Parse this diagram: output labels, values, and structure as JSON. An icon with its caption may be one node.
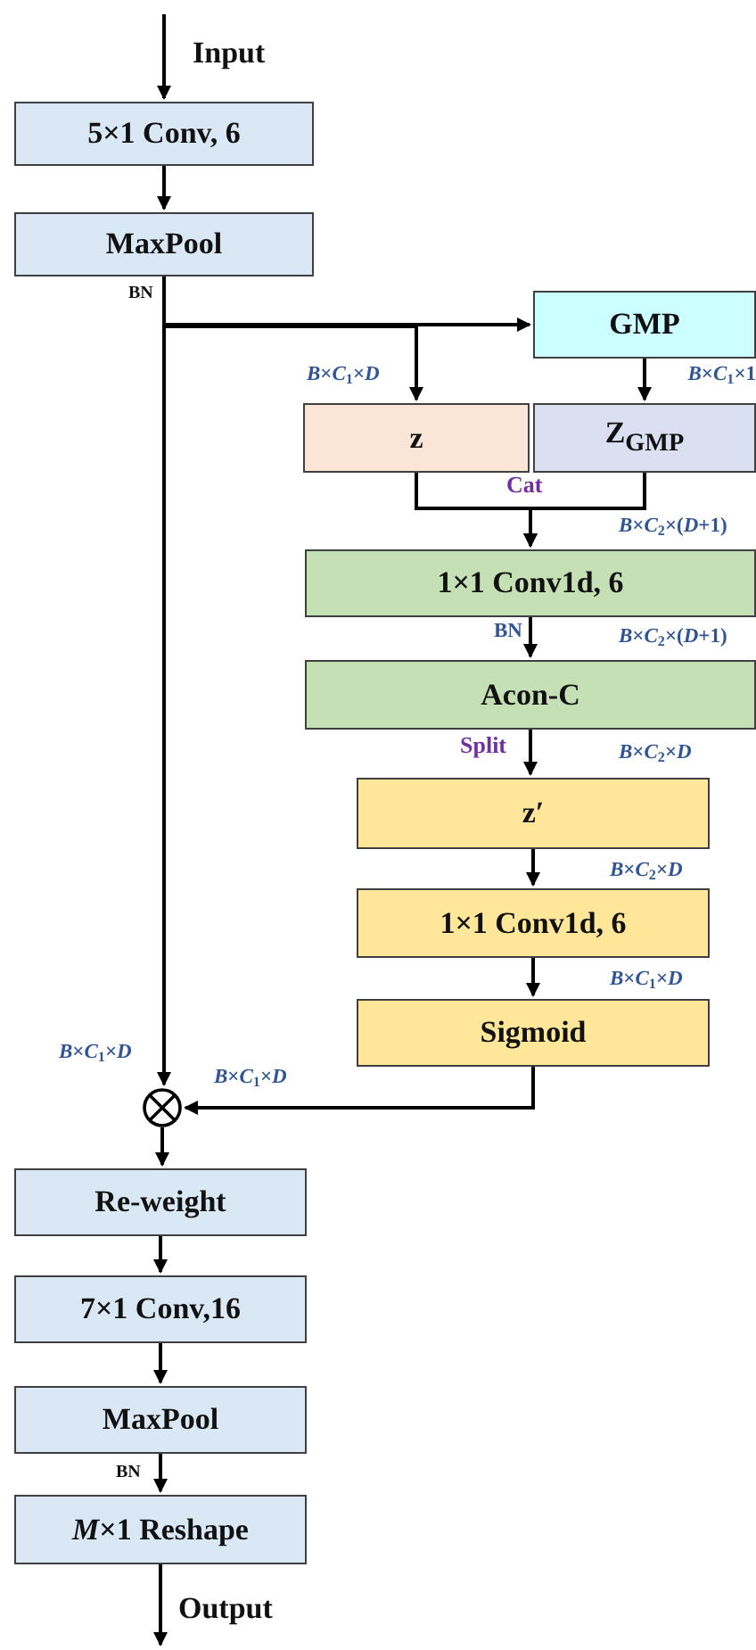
{
  "diagram": {
    "nodes": [
      {
        "text": [
          "5×1 Conv, 6"
        ]
      },
      {
        "text": [
          "MaxPool"
        ]
      },
      {
        "text": [
          "GMP"
        ]
      },
      {
        "text": [
          "z"
        ]
      },
      {
        "text": [
          "Z$_{GMP}$"
        ]
      },
      {
        "text": [
          "1×1 Conv1d, 6"
        ]
      },
      {
        "text": [
          "Acon-C"
        ]
      },
      {
        "text": [
          "z′"
        ]
      },
      {
        "text": [
          "1×1 Conv1d, 6"
        ]
      },
      {
        "text": [
          "Sigmoid"
        ]
      },
      {
        "text": [],
        "shape": "circle"
      },
      {
        "text": [
          "Re-weight"
        ]
      },
      {
        "text": [
          "7×1 Conv,16"
        ]
      },
      {
        "text": [
          "MaxPool"
        ]
      },
      {
        "text": [
          "*M*×1 Reshape"
        ]
      }
    ],
    "edges": [
      {
        "from": null,
        "to": 0,
        "arrow": "to",
        "label": "Input"
      },
      {
        "from": 0,
        "to": 1,
        "arrow": "to"
      },
      {
        "from": 1,
        "to": 2,
        "arrow": "to"
      },
      {
        "from": 1,
        "to": 3,
        "arrow": "to"
      },
      {
        "from": 2,
        "to": 4,
        "arrow": "to"
      },
      {
        "from": 3,
        "to": 5,
        "arrow": "to",
        "label": "Cat"
      },
      {
        "from": 4,
        "to": 5,
        "arrow": "to"
      },
      {
        "from": 5,
        "to": 6,
        "arrow": "to"
      },
      {
        "from": 6,
        "to": 7,
        "arrow": "to",
        "label": "Split"
      },
      {
        "from": 7,
        "to": 8,
        "arrow": "to"
      },
      {
        "from": 8,
        "to": 9,
        "arrow": "to"
      },
      {
        "from": 9,
        "to": 10,
        "arrow": "to"
      },
      {
        "from": 1,
        "to": 10,
        "arrow": "to"
      },
      {
        "from": 10,
        "to": 11,
        "arrow": "to"
      },
      {
        "from": 11,
        "to": 12,
        "arrow": "to"
      },
      {
        "from": 12,
        "to": 13,
        "arrow": "to"
      },
      {
        "from": 13,
        "to": 14,
        "arrow": "to"
      },
      {
        "from": 14,
        "to": null,
        "arrow": "to",
        "label": "Output"
      }
    ],
    "labels": [
      "BN",
      "*B*×*C*$_{1}$×*D*",
      "*B*×*C*$_{1}$×1",
      "*B*×*C*$_{2}$×(*D*+1)",
      "BN",
      "*B*×*C*$_{2}$×(*D*+1)",
      "*B*×*C*$_{2}$×*D*",
      "*B*×*C*$_{2}$×*D*",
      "*B*×*C*$_{1}$×*D*",
      "*B*×*C*$_{1}$×*D*",
      "*B*×*C*$_{1}$×*D*",
      "BN"
    ]
  }
}
